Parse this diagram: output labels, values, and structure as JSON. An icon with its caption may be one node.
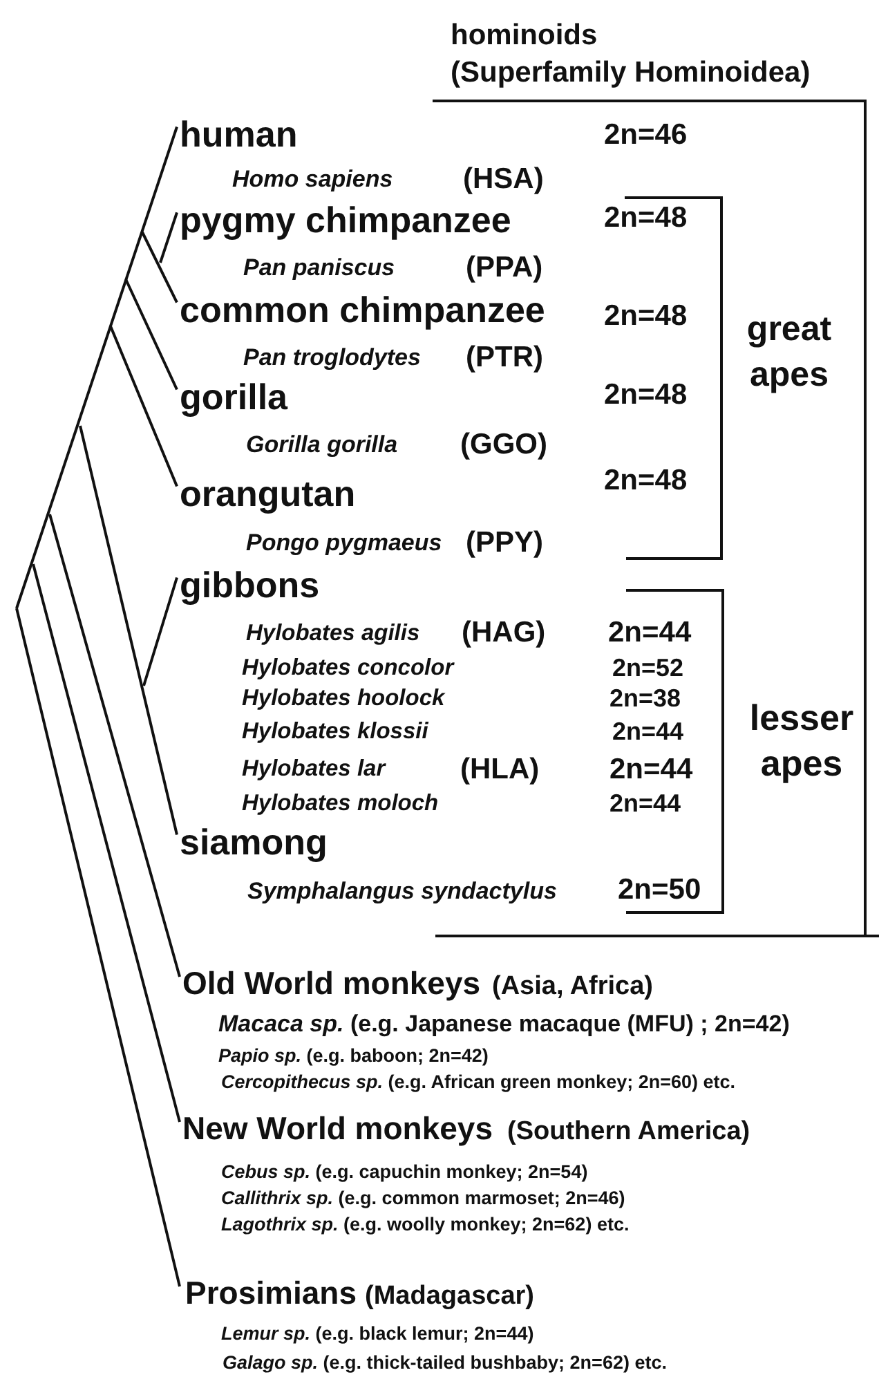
{
  "diagram": {
    "nodes": [
      {
        "text": [
          "human",
          "2n=46",
          "Homo sapiens",
          "(HSA)"
        ]
      },
      {
        "text": [
          "pygmy chimpanzee",
          "2n=48",
          "Pan paniscus",
          "(PPA)"
        ]
      },
      {
        "text": [
          "common chimpanzee",
          "2n=48",
          "Pan troglodytes",
          "(PTR)"
        ]
      },
      {
        "text": [
          "gorilla",
          "2n=48",
          "Gorilla gorilla",
          "(GGO)"
        ]
      },
      {
        "text": [
          "orangutan",
          "2n=48",
          "Pongo pygmaeus",
          "(PPY)"
        ]
      },
      {
        "text": [
          "gibbons",
          "Hylobates agilis",
          "(HAG)",
          "2n=44",
          "Hylobates concolor",
          "2n=52",
          "Hylobates hoolock",
          "2n=38",
          "Hylobates klossii",
          "2n=44",
          "Hylobates lar",
          "(HLA)",
          "2n=44",
          "Hylobates moloch",
          "2n=44"
        ]
      },
      {
        "text": [
          "siamong",
          "Symphalangus syndactylus",
          "2n=50"
        ]
      },
      {
        "text": [
          "Old World monkeys",
          "(Asia, Africa)",
          "*Macaca sp.* (e.g. Japanese macaque (MFU) ; 2n=42)",
          "*Papio sp.* (e.g. baboon; 2n=42)",
          "*Cercopithecus sp.* (e.g. African green monkey; 2n=60) etc."
        ]
      },
      {
        "text": [
          "New World monkeys",
          "(Southern America)",
          "*Cebus sp.* (e.g. capuchin monkey; 2n=54)",
          "*Callithrix sp.* (e.g. common marmoset; 2n=46)",
          "*Lagothrix sp.* (e.g. woolly monkey; 2n=62) etc."
        ]
      },
      {
        "text": [
          "Prosimians",
          "(Madagascar)",
          "*Lemur sp.* (e.g. black lemur; 2n=44)",
          "*Galago sp.* (e.g. thick-tailed bushbaby; 2n=62) etc."
        ]
      }
    ],
    "edges": [
      {
        "from": null,
        "to": 0,
        "arrow": "none"
      },
      {
        "from": null,
        "to": 1,
        "arrow": "none"
      },
      {
        "from": null,
        "to": 2,
        "arrow": "none"
      },
      {
        "from": null,
        "to": 3,
        "arrow": "none"
      },
      {
        "from": null,
        "to": 4,
        "arrow": "none"
      },
      {
        "from": null,
        "to": 5,
        "arrow": "none"
      },
      {
        "from": null,
        "to": 6,
        "arrow": "none"
      },
      {
        "from": null,
        "to": 7,
        "arrow": "none"
      },
      {
        "from": null,
        "to": 8,
        "arrow": "none"
      },
      {
        "from": null,
        "to": 9,
        "arrow": "none"
      }
    ],
    "labels": [
      "hominoids",
      "(Superfamily Hominoidea)",
      "great apes",
      "lesser apes"
    ]
  }
}
